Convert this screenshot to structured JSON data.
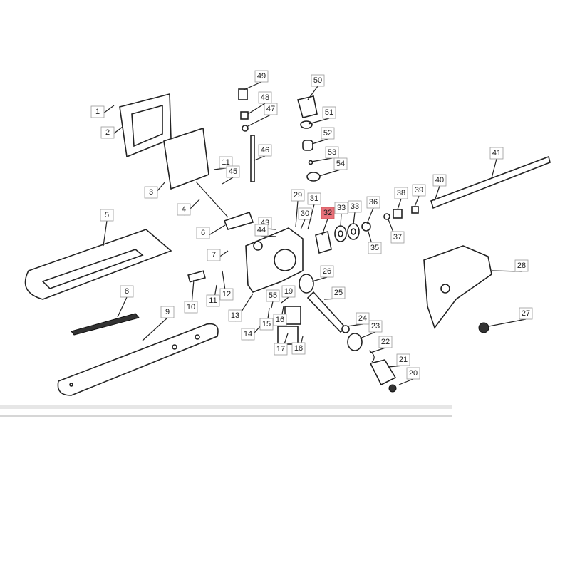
{
  "diagram": {
    "title": "Pole saw head exploded parts diagram",
    "highlight_color": "#e8707a",
    "highlighted_part": "32",
    "labels": [
      "1",
      "2",
      "3",
      "4",
      "5",
      "6",
      "7",
      "8",
      "9",
      "10",
      "11",
      "45",
      "11",
      "12",
      "13",
      "14",
      "15",
      "16",
      "17",
      "18",
      "19",
      "55",
      "20",
      "21",
      "22",
      "23",
      "24",
      "25",
      "26",
      "27",
      "28",
      "29",
      "30",
      "31",
      "32",
      "33",
      "33",
      "35",
      "36",
      "37",
      "38",
      "39",
      "40",
      "41",
      "43",
      "44",
      "46",
      "47",
      "48",
      "49",
      "50",
      "51",
      "52",
      "53",
      "54"
    ]
  }
}
